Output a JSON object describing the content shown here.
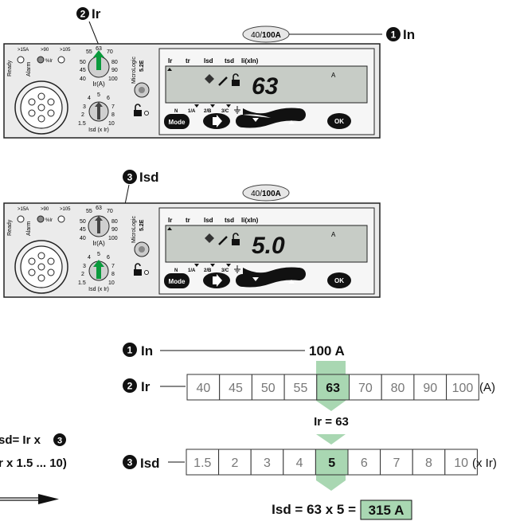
{
  "callouts": {
    "one": "1",
    "two": "2",
    "three": "3",
    "ir": "Ir",
    "isd": "Isd",
    "in": "In"
  },
  "rating_badge": {
    "prefix": "40/",
    "value": "100A"
  },
  "unit": {
    "ready": "Ready",
    "alarm": "Alarm",
    "gt15": ">15A",
    "gt90": ">90",
    "gt105": ">105",
    "pct_ir": "%Ir",
    "brand": "MicroLogic",
    "model": "5.2E"
  },
  "dial_ir": {
    "ticks": [
      "63",
      "70",
      "80",
      "90",
      "100",
      "40",
      "45",
      "50",
      "55"
    ],
    "label": "Ir(A)"
  },
  "dial_isd": {
    "ticks": [
      "5",
      "6",
      "7",
      "8",
      "10",
      "1.5",
      "2",
      "3",
      "4"
    ],
    "label": "Isd (x Ir)"
  },
  "lcd_headers": [
    "Ir",
    "tr",
    "Isd",
    "tsd",
    "Ii(xIn)"
  ],
  "lcd1": {
    "value": "63",
    "unit": "A"
  },
  "lcd2": {
    "value": "5.0",
    "unit": "A"
  },
  "phase_labels": [
    "N",
    "1/A",
    "2/B",
    "3/C"
  ],
  "buttons": {
    "mode": "Mode",
    "ok": "OK"
  },
  "bottom": {
    "in_label": "In",
    "in_value": "100 A",
    "ir_label": "Ir",
    "ir_cells": [
      "40",
      "45",
      "50",
      "55",
      "63",
      "70",
      "80",
      "90",
      "100"
    ],
    "ir_selected": 4,
    "ir_unit": "(A)",
    "ir_result": "Ir = 63",
    "isd_label": "Isd",
    "isd_cells": [
      "1.5",
      "2",
      "3",
      "4",
      "5",
      "6",
      "7",
      "8",
      "10"
    ],
    "isd_selected": 4,
    "isd_unit": "(x Ir)",
    "formula_prefix": "Isd = 63 x 5 =",
    "formula_result": "315 A",
    "left_line1": "sd= Ir x",
    "left_line2": "r x 1.5 ... 10)"
  },
  "colors": {
    "highlight": "#a9d7b2",
    "arrow_green": "#0a9a3c",
    "lcd": "#c6ccc6",
    "panel": "#e8e8e8"
  }
}
